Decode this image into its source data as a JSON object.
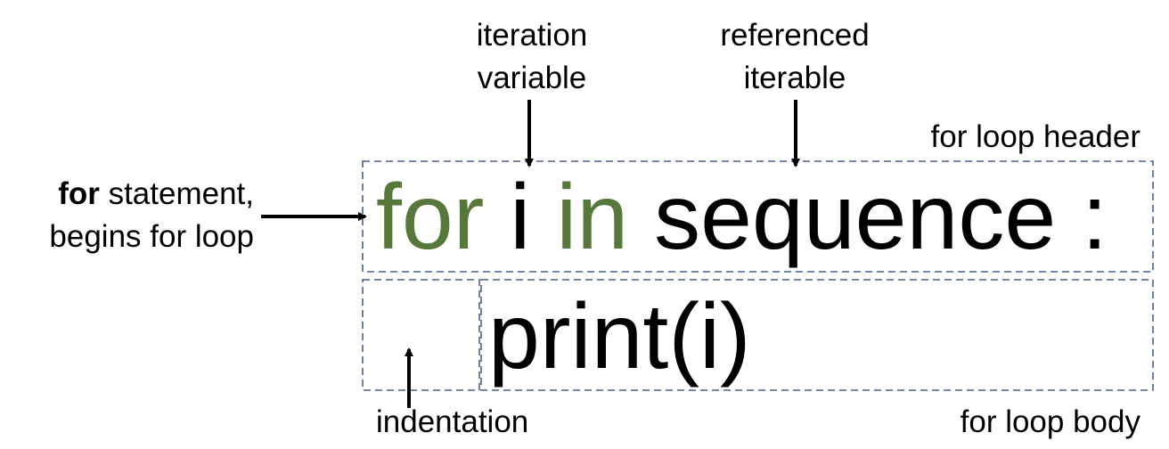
{
  "colors": {
    "keyword": "#56783b",
    "box_border": "#4a6188",
    "text": "#000000"
  },
  "code": {
    "header": {
      "kw_for": "for",
      "var": "i",
      "kw_in": "in",
      "iterable": "sequence",
      "colon": ":"
    },
    "body": "print(i)"
  },
  "labels": {
    "iteration_variable": [
      "iteration",
      "variable"
    ],
    "referenced_iterable": [
      "referenced",
      "iterable"
    ],
    "for_statement_bold": "for",
    "for_statement_rest": " statement,",
    "for_statement_line2": "begins for loop",
    "header_box": "for loop header",
    "indentation": "indentation",
    "body_box": "for loop body"
  }
}
